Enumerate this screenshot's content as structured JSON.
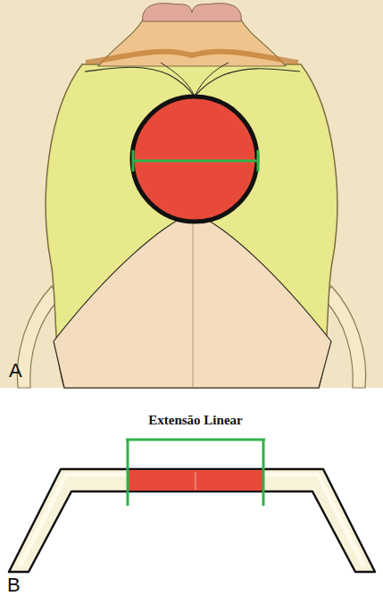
{
  "diagram": {
    "labels": [
      "A",
      "Extensão Linear",
      "B"
    ]
  }
}
